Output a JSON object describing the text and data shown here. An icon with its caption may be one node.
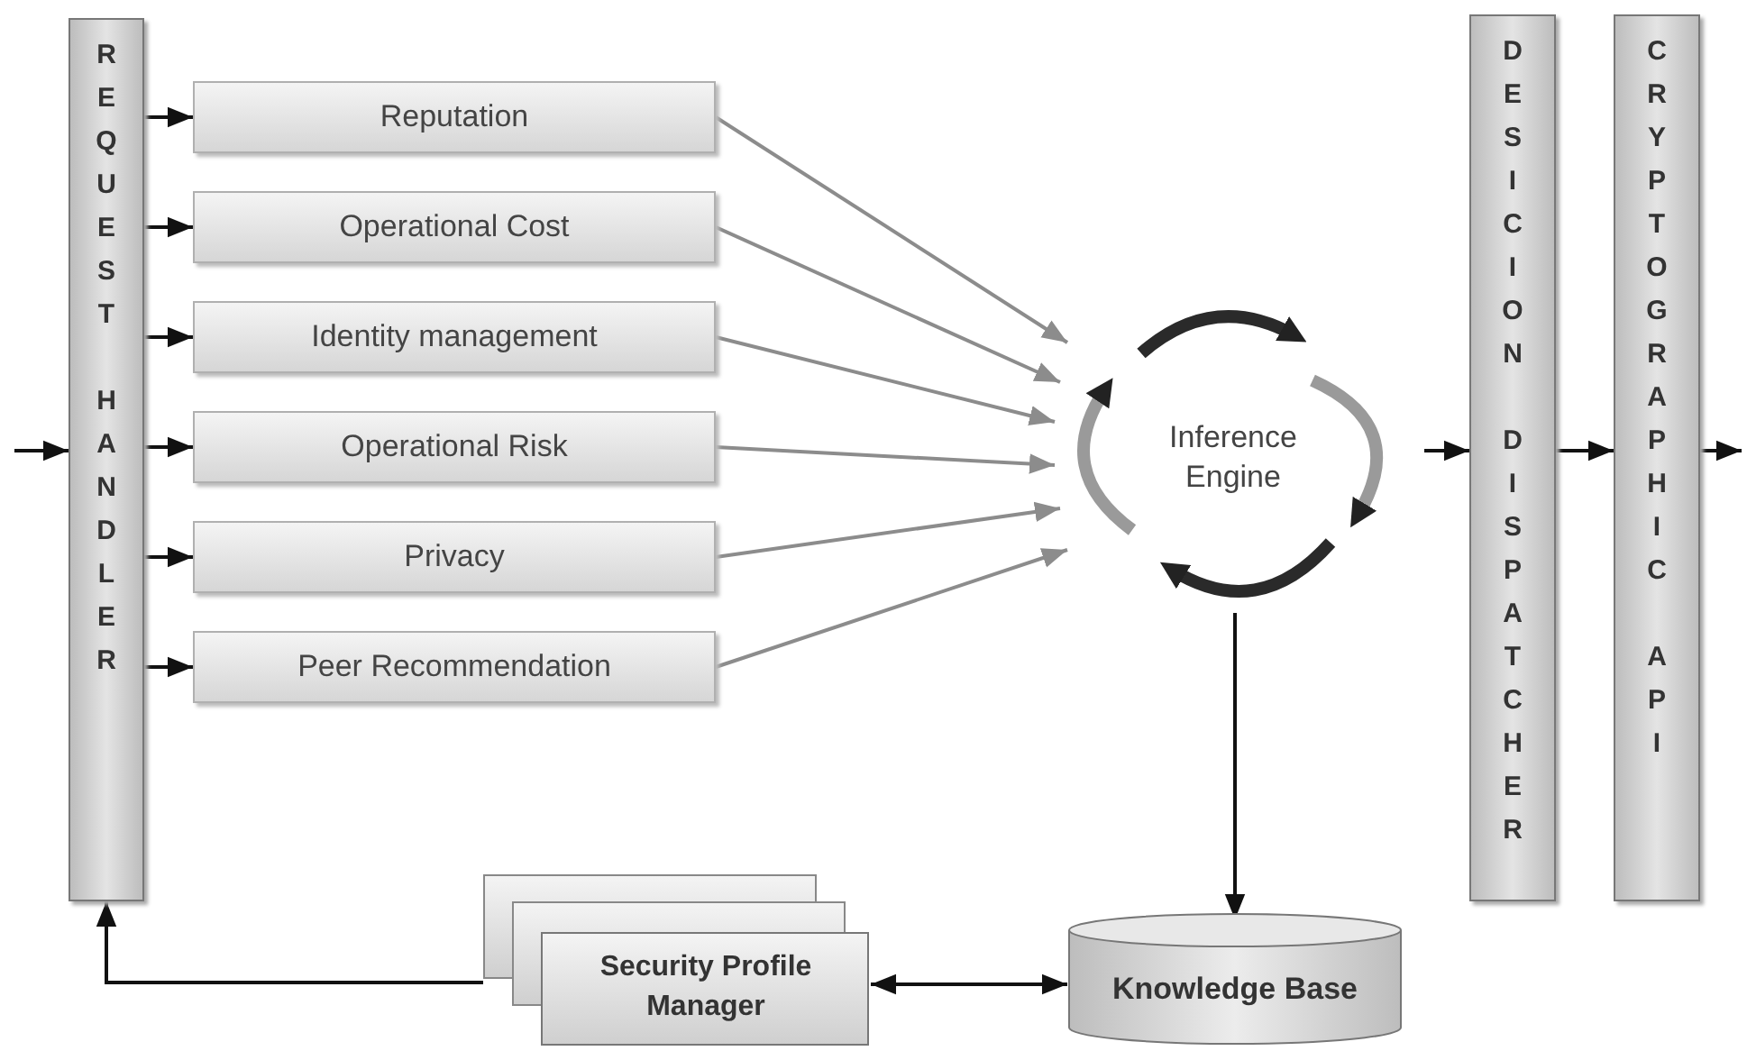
{
  "diagram": {
    "nodes": [
      {
        "text": [
          "REQUEST HANDLER"
        ]
      },
      {
        "text": [
          "Reputation"
        ]
      },
      {
        "text": [
          "Operational Cost"
        ]
      },
      {
        "text": [
          "Identity management"
        ]
      },
      {
        "text": [
          "Operational Risk"
        ]
      },
      {
        "text": [
          "Privacy"
        ]
      },
      {
        "text": [
          "Peer Recommendation"
        ]
      },
      {
        "text": [
          "Inference Engine"
        ]
      },
      {
        "text": [
          "DESICION DISPATCHER"
        ]
      },
      {
        "text": [
          "CRYPTOGRAPHIC API"
        ]
      },
      {
        "text": [
          "Knowledge Base"
        ]
      },
      {
        "text": [
          "Security Profile Manager"
        ]
      }
    ],
    "edges": [
      {
        "from": null,
        "to": 0,
        "arrow": "to"
      },
      {
        "from": 0,
        "to": 1,
        "arrow": "to"
      },
      {
        "from": 0,
        "to": 2,
        "arrow": "to"
      },
      {
        "from": 0,
        "to": 3,
        "arrow": "to"
      },
      {
        "from": 0,
        "to": 4,
        "arrow": "to"
      },
      {
        "from": 0,
        "to": 5,
        "arrow": "to"
      },
      {
        "from": 0,
        "to": 6,
        "arrow": "to"
      },
      {
        "from": 1,
        "to": 7,
        "arrow": "to",
        "color": "#8c8c8c"
      },
      {
        "from": 2,
        "to": 7,
        "arrow": "to",
        "color": "#8c8c8c"
      },
      {
        "from": 3,
        "to": 7,
        "arrow": "to",
        "color": "#8c8c8c"
      },
      {
        "from": 4,
        "to": 7,
        "arrow": "to",
        "color": "#8c8c8c"
      },
      {
        "from": 5,
        "to": 7,
        "arrow": "to",
        "color": "#8c8c8c"
      },
      {
        "from": 6,
        "to": 7,
        "arrow": "to",
        "color": "#8c8c8c"
      },
      {
        "from": 7,
        "to": 8,
        "arrow": "to"
      },
      {
        "from": 8,
        "to": 9,
        "arrow": "to"
      },
      {
        "from": 9,
        "to": null,
        "arrow": "to"
      },
      {
        "from": 7,
        "to": 10,
        "arrow": "to"
      },
      {
        "from": 11,
        "to": 10,
        "arrow": "both"
      },
      {
        "from": 11,
        "to": 0,
        "arrow": "to"
      }
    ]
  }
}
